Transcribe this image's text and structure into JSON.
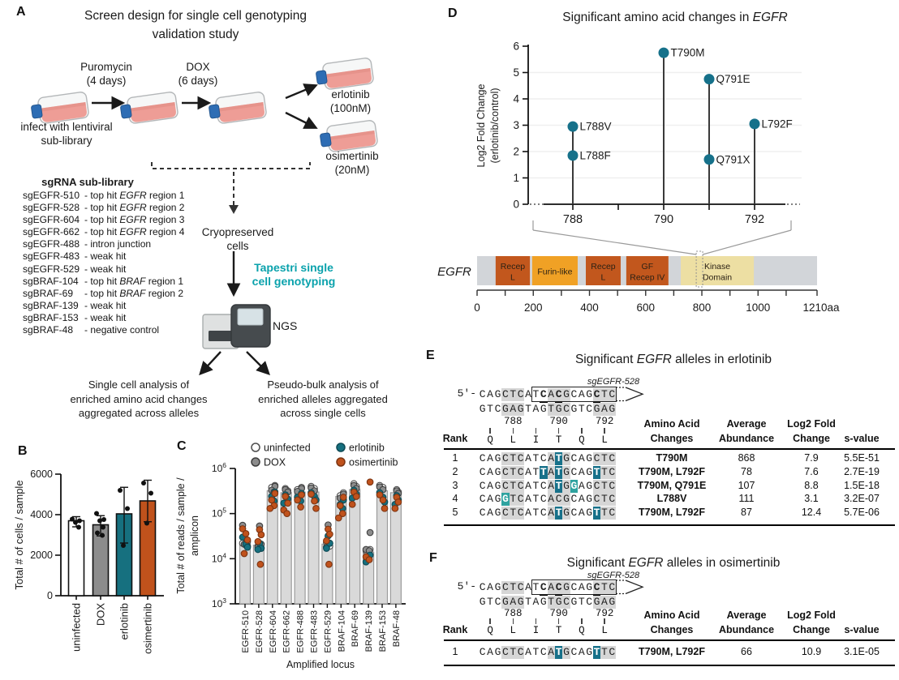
{
  "labels": {
    "a": "A",
    "b": "B",
    "c": "C",
    "d": "D",
    "e": "E",
    "f": "F"
  },
  "colors": {
    "teal": "#16707f",
    "orange": "#c0521c",
    "gray": "#8c8c8c",
    "bar_fill": "#d9d9d9",
    "bar_stroke": "#9c9c9c",
    "mut_dark": "#17718a",
    "mut_light": "#2fa3a0",
    "codon_gray": "#d6d6d6",
    "tapestri_teal": "#0aa2ac",
    "domain_orange": "#c2571d",
    "domain_amber": "#f0a125",
    "domain_khaki": "#eddfa3",
    "backbone_gray": "#d2d5d9",
    "point_teal": "#16718a",
    "flask_pink": "#ee9d96",
    "flask_cap": "#2e6db4"
  },
  "panelA": {
    "title": "Screen design for single cell genotyping\nvalidation study",
    "puromycin_label": "Puromycin\n(4 days)",
    "dox_label": "DOX\n(6 days)",
    "infect_label": "infect with lentiviral\nsub-library",
    "erlotinib_label": "erlotinib\n(100nM)",
    "osimertinib_label": "osimertinib\n(20nM)",
    "sgrna_header": "sgRNA sub-library",
    "sgrna_items": [
      {
        "name": "sgEGFR-510",
        "pre": "top hit ",
        "gene": "EGFR",
        "post": " region 1"
      },
      {
        "name": "sgEGFR-528",
        "pre": "top hit ",
        "gene": "EGFR",
        "post": " region 2"
      },
      {
        "name": "sgEGFR-604",
        "pre": "top hit ",
        "gene": "EGFR",
        "post": " region 3"
      },
      {
        "name": "sgEGFR-662",
        "pre": "top hit ",
        "gene": "EGFR",
        "post": " region 4"
      },
      {
        "name": "sgEGFR-488",
        "pre": "intron junction",
        "gene": "",
        "post": ""
      },
      {
        "name": "sgEGFR-483",
        "pre": "weak hit",
        "gene": "",
        "post": ""
      },
      {
        "name": "sgEGFR-529",
        "pre": "weak hit",
        "gene": "",
        "post": ""
      },
      {
        "name": "sgBRAF-104",
        "pre": "top hit ",
        "gene": "BRAF",
        "post": " region 1"
      },
      {
        "name": "sgBRAF-69",
        "pre": "top hit ",
        "gene": "BRAF",
        "post": " region 2"
      },
      {
        "name": "sgBRAF-139",
        "pre": "weak hit",
        "gene": "",
        "post": ""
      },
      {
        "name": "sgBRAF-153",
        "pre": "weak hit",
        "gene": "",
        "post": ""
      },
      {
        "name": "sgBRAF-48",
        "pre": "negative control",
        "gene": "",
        "post": ""
      }
    ],
    "cryo_label": "Cryopreserved\ncells",
    "tapestri_label": "Tapestri single\ncell genotyping",
    "ngs_label": "NGS",
    "left_analysis": "Single cell analysis of\nenriched amino acid changes\naggregated across alleles",
    "right_analysis": "Pseudo-bulk analysis of\nenriched alleles aggregated\nacross single cells"
  },
  "chart_data": [
    {
      "id": "cells_per_sample",
      "type": "bar",
      "ylabel": "Total # of cells / sample",
      "ylim": [
        0,
        6000
      ],
      "yticks": [
        0,
        2000,
        4000,
        6000
      ],
      "categories": [
        "uninfected",
        "DOX",
        "erlotinib",
        "osimertinib"
      ],
      "values": [
        3700,
        3500,
        4040,
        4680
      ],
      "error_low": [
        3400,
        2950,
        2600,
        3650
      ],
      "error_high": [
        3900,
        3950,
        5350,
        5700
      ],
      "bar_colors": [
        "#ffffff",
        "#8c8c8c",
        "#16707f",
        "#c0521c"
      ],
      "points": [
        [
          3780,
          3700,
          3620,
          3380
        ],
        [
          4060,
          3760,
          3700,
          3380,
          3100,
          2980
        ],
        [
          5200,
          4300,
          2480
        ],
        [
          5560,
          5060,
          3580
        ]
      ]
    },
    {
      "id": "reads_per_amplicon",
      "type": "bar_scatter_log",
      "ylabel_line1": "Total # of reads / sample /",
      "ylabel_line2": "amplicon",
      "xlabel": "Amplified locus",
      "ylim_log10": [
        3,
        6
      ],
      "legend": [
        {
          "label": "uninfected",
          "fill": "#ffffff",
          "stroke": "#4d4d4d"
        },
        {
          "label": "DOX",
          "fill": "#8c8c8c",
          "stroke": "#3d3d3d"
        },
        {
          "label": "erlotinib",
          "fill": "#16707f",
          "stroke": "#0e4a55"
        },
        {
          "label": "osimertinib",
          "fill": "#c0521c",
          "stroke": "#7d3512"
        }
      ],
      "categories": [
        "EGFR-510",
        "EGFR-528",
        "EGFR-604",
        "EGFR-662",
        "EGFR-488",
        "EGFR-483",
        "EGFR-529",
        "BRAF-104",
        "BRAF-69",
        "BRAF-139",
        "BRAF-153",
        "BRAF-48"
      ],
      "bar_values": [
        24000,
        20000,
        320000,
        290000,
        300000,
        300000,
        21000,
        240000,
        340000,
        14000,
        320000,
        290000
      ],
      "points": {
        "uninfected": [
          [
            22000,
            20000,
            24000
          ],
          [
            18000,
            17000,
            19000
          ],
          [
            420000,
            380000
          ],
          [
            360000,
            320000
          ],
          [
            380000,
            340000
          ],
          [
            400000,
            360000
          ],
          [
            21000,
            19000,
            23000
          ],
          [
            290000,
            250000
          ],
          [
            460000,
            400000
          ],
          [
            16000,
            15000
          ],
          [
            420000,
            380000
          ],
          [
            340000,
            300000
          ]
        ],
        "DOX": [
          [
            55000,
            22000,
            19000,
            21000
          ],
          [
            53000,
            21000,
            18000
          ],
          [
            400000,
            330000,
            300000
          ],
          [
            340000,
            300000
          ],
          [
            360000,
            310000
          ],
          [
            370000,
            320000
          ],
          [
            56000,
            22000,
            18000
          ],
          [
            270000,
            220000
          ],
          [
            420000,
            360000
          ],
          [
            38000,
            16000,
            15000
          ],
          [
            390000,
            340000
          ],
          [
            320000,
            280000
          ]
        ],
        "erlotinib": [
          [
            30000,
            21000,
            18000
          ],
          [
            22000,
            17000,
            16000
          ],
          [
            300000,
            240000,
            190000
          ],
          [
            260000,
            210000,
            170000
          ],
          [
            280000,
            230000,
            190000
          ],
          [
            290000,
            240000,
            200000
          ],
          [
            32000,
            22000,
            17000
          ],
          [
            200000,
            160000,
            130000
          ],
          [
            330000,
            270000,
            220000
          ],
          [
            12000,
            8500
          ],
          [
            290000,
            230000,
            180000
          ],
          [
            250000,
            200000,
            160000
          ]
        ],
        "osimertinib": [
          [
            46000,
            36000,
            26000,
            13000
          ],
          [
            44000,
            34000,
            24000,
            7500
          ],
          [
            280000,
            200000,
            150000,
            130000
          ],
          [
            240000,
            170000,
            120000,
            100000
          ],
          [
            260000,
            200000,
            140000
          ],
          [
            270000,
            190000,
            130000
          ],
          [
            45000,
            35000,
            25000,
            7500
          ],
          [
            230000,
            150000,
            100000,
            80000
          ],
          [
            300000,
            240000,
            160000
          ],
          [
            500000,
            11000,
            9500
          ],
          [
            260000,
            200000,
            130000
          ],
          [
            230000,
            180000,
            130000
          ]
        ]
      }
    },
    {
      "id": "egfr_lollipop",
      "type": "lollipop",
      "title_pre": "Significant amino acid changes in ",
      "title_gene": "EGFR",
      "ylabel_line1": "Log2 Fold Change",
      "ylabel_line2": "(erlotinib/control)",
      "ylim": [
        0,
        6
      ],
      "yticks": [
        0,
        1,
        2,
        3,
        4,
        5,
        6
      ],
      "xticks": [
        788,
        789,
        790,
        791,
        792
      ],
      "xtick_labels": [
        "788",
        "",
        "790",
        "",
        "792"
      ],
      "points": [
        {
          "aa": 788,
          "log2fc": 2.95,
          "label": "L788V"
        },
        {
          "aa": 788,
          "log2fc": 1.85,
          "label": "L788F"
        },
        {
          "aa": 790,
          "log2fc": 5.75,
          "label": "T790M"
        },
        {
          "aa": 791,
          "log2fc": 4.75,
          "label": "Q791E"
        },
        {
          "aa": 791,
          "log2fc": 1.7,
          "label": "Q791X"
        },
        {
          "aa": 792,
          "log2fc": 3.05,
          "label": "L792F"
        }
      ]
    }
  ],
  "domain_map": {
    "gene": "EGFR",
    "length_aa": 1210,
    "axis_major_ticks": [
      0,
      200,
      400,
      600,
      800,
      1000
    ],
    "end_label": "1210aa",
    "domains": [
      {
        "label": "Recep\nL",
        "start": 66,
        "end": 188,
        "color": "#c2571d"
      },
      {
        "label": "Furin-like",
        "start": 196,
        "end": 358,
        "color": "#f0a125"
      },
      {
        "label": "Recep\nL",
        "start": 387,
        "end": 511,
        "color": "#c2571d"
      },
      {
        "label": "GF\nRecep IV",
        "start": 531,
        "end": 681,
        "color": "#c2571d"
      },
      {
        "label": "Kinase\nDomain",
        "start": 725,
        "end": 985,
        "color": "#eddfa3"
      }
    ],
    "highlight": {
      "start": 780,
      "end": 803
    }
  },
  "seq_reference": {
    "sg_label": "sgEGFR-528",
    "five_prime": "5'-",
    "top_strand": "CAGCTCATCACGCAGCTC",
    "bottom_strand": "GTCGAGTAGTGCGTCGAG",
    "box_range": [
      7,
      17
    ],
    "underline_positions": [
      8,
      10,
      15
    ],
    "gray_codon_ranges": [
      [
        3,
        5
      ],
      [
        9,
        11
      ],
      [
        15,
        17
      ]
    ],
    "position_numbers": [
      {
        "text": "788",
        "codon": 1
      },
      {
        "text": "790",
        "codon": 3
      },
      {
        "text": "792",
        "codon": 5
      }
    ],
    "amino_acids": [
      "Q",
      "L",
      "I",
      "T",
      "Q",
      "L"
    ]
  },
  "panelE": {
    "title_pre": "Significant ",
    "title_gene": "EGFR",
    "title_post": " alleles in erlotinib",
    "headers": {
      "rank": "Rank",
      "changes1": "Amino Acid",
      "changes2": "Changes",
      "abundance1": "Average",
      "abundance2": "Abundance",
      "fold1": "Log2 Fold",
      "fold2": "Change",
      "svalue": "s-value"
    },
    "rows": [
      {
        "rank": "1",
        "seq": "CAGCTCATCATGCAGCTC",
        "muts": [
          {
            "i": 10,
            "t": "dark"
          }
        ],
        "changes": "T790M",
        "abundance": "868",
        "fold": "7.9",
        "svalue": "5.5E-51"
      },
      {
        "rank": "2",
        "seq": "CAGCTCATTATGCAGTTC",
        "muts": [
          {
            "i": 8,
            "t": "dark"
          },
          {
            "i": 10,
            "t": "dark"
          },
          {
            "i": 15,
            "t": "dark"
          }
        ],
        "changes": "T790M, L792F",
        "abundance": "78",
        "fold": "7.6",
        "svalue": "2.7E-19"
      },
      {
        "rank": "3",
        "seq": "CAGCTCATCATGGAGCTC",
        "muts": [
          {
            "i": 10,
            "t": "dark"
          },
          {
            "i": 12,
            "t": "light"
          }
        ],
        "changes": "T790M, Q791E",
        "abundance": "107",
        "fold": "8.8",
        "svalue": "1.5E-18"
      },
      {
        "rank": "4",
        "seq": "CAGGTCATCACGCAGCTC",
        "muts": [
          {
            "i": 3,
            "t": "light"
          }
        ],
        "changes": "L788V",
        "abundance": "111",
        "fold": "3.1",
        "svalue": "3.2E-07"
      },
      {
        "rank": "5",
        "seq": "CAGCTCATCATGCAGTTC",
        "muts": [
          {
            "i": 10,
            "t": "dark"
          },
          {
            "i": 15,
            "t": "dark"
          }
        ],
        "changes": "T790M, L792F",
        "abundance": "87",
        "fold": "12.4",
        "svalue": "5.7E-06"
      }
    ]
  },
  "panelF": {
    "title_pre": "Significant ",
    "title_gene": "EGFR",
    "title_post": " alleles in osimertinib",
    "headers": {
      "rank": "Rank",
      "changes1": "Amino Acid",
      "changes2": "Changes",
      "abundance1": "Average",
      "abundance2": "Abundance",
      "fold1": "Log2 Fold",
      "fold2": "Change",
      "svalue": "s-value"
    },
    "rows": [
      {
        "rank": "1",
        "seq": "CAGCTCATCATGCAGTTC",
        "muts": [
          {
            "i": 10,
            "t": "dark"
          },
          {
            "i": 15,
            "t": "dark"
          }
        ],
        "changes": "T790M, L792F",
        "abundance": "66",
        "fold": "10.9",
        "svalue": "3.1E-05"
      }
    ]
  }
}
